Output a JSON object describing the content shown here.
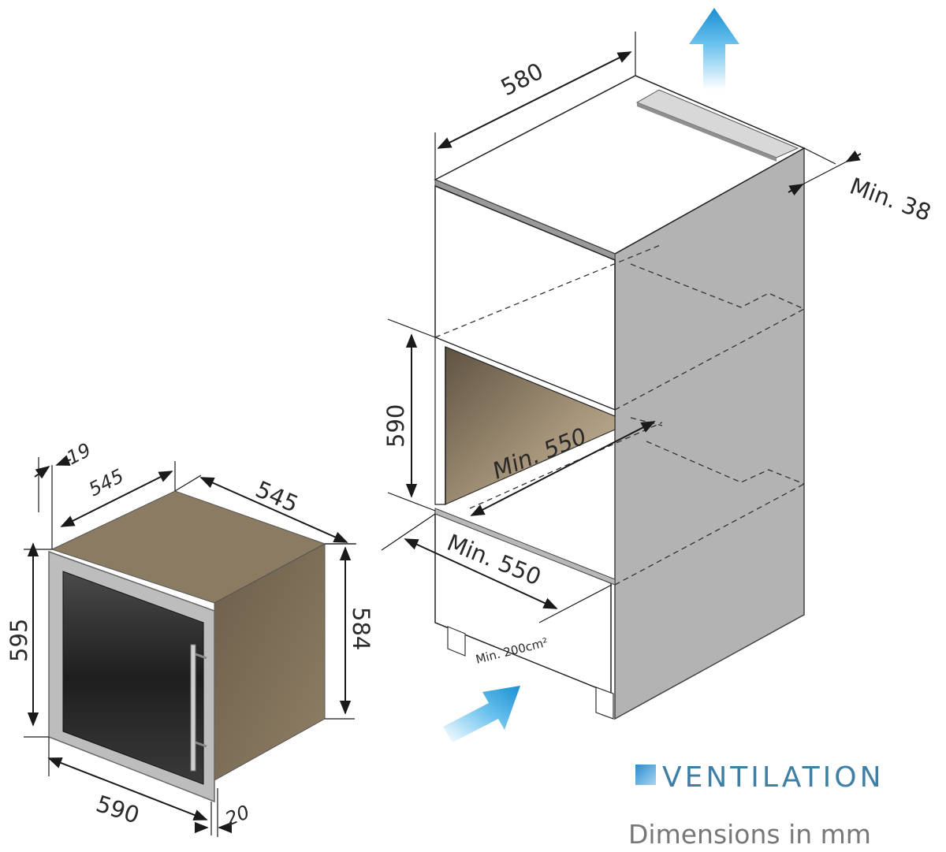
{
  "labels": {
    "oven_depth_overall": "545",
    "oven_width_top": "545",
    "oven_frame_offset": "19",
    "oven_height_front": "595",
    "oven_height_back": "584",
    "oven_width_bottom": "590",
    "oven_frame_depth": "20",
    "cab_width": "580",
    "cab_top_gap": "Min. 38",
    "cab_niche_height": "590",
    "cab_niche_depth": "Min. 550",
    "cab_niche_width": "Min. 550",
    "cab_vent_area": "Min. 200cm²"
  },
  "legend": {
    "ventilation": "VENTILATION",
    "caption": "Dimensions in mm"
  },
  "colors": {
    "appliance_body": "#7d6e57",
    "appliance_top": "#8b7b63",
    "niche_back": "#8a7a62",
    "cabinet_side": "#b3b3b3",
    "cabinet_front": "#ffffff",
    "frame": "#b8b8b8",
    "glass": "#2a2a2a",
    "arrow_blue": "#2a9ad8",
    "legend_blue": "#3f7fa6"
  },
  "icons": [
    "ventilation-up-arrow",
    "ventilation-in-arrow",
    "legend-square"
  ]
}
